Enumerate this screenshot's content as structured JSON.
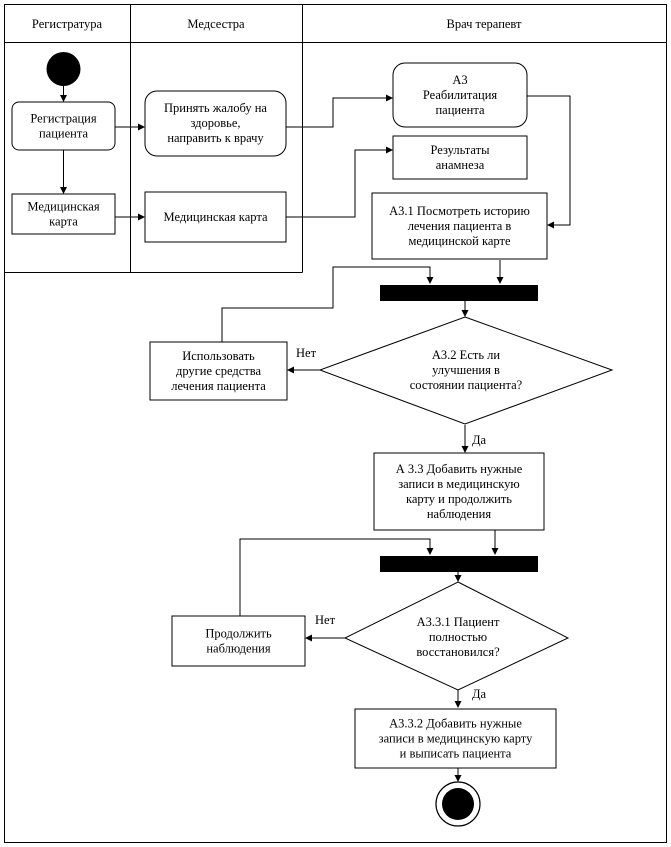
{
  "lanes": {
    "registry": "Регистратура",
    "nurse": "Медсестра",
    "doctor": "Врач терапевт"
  },
  "nodes": {
    "register_patient": [
      "Регистрация",
      "пациента"
    ],
    "medical_card_registry": [
      "Медицинская",
      "карта"
    ],
    "accept_complaint": [
      "Принять жалобу на",
      "здоровье,",
      "направить к врачу"
    ],
    "medical_card_nurse": [
      "Медицинская карта"
    ],
    "a3_rehab": [
      "А3",
      "Реабилитация",
      "пациента"
    ],
    "anamnesis_results": [
      "Результаты",
      "анамнеза"
    ],
    "a31_view_history": [
      "А3.1 Посмотреть историю",
      "лечения пациента в",
      "медицинской карте"
    ],
    "a32_decision": [
      "А3.2 Есть ли",
      "улучшения в",
      "состоянии пациента?"
    ],
    "use_other_means": [
      "Использовать",
      "другие средства",
      "лечения пациента"
    ],
    "a33_add_records": [
      "А 3.3 Добавить нужные",
      "записи в медицинскую",
      "карту и продолжить",
      "наблюдения"
    ],
    "a331_decision": [
      "А3.3.1 Пациент",
      "полностью",
      "восстановился?"
    ],
    "continue_observation": [
      "Продолжить",
      "наблюдения"
    ],
    "a332_discharge": [
      "А3.3.2 Добавить нужные",
      "записи в медицинскую карту",
      "и выписать пациента"
    ]
  },
  "edge_labels": {
    "no_1": "Нет",
    "yes_1": "Да",
    "no_2": "Нет",
    "yes_2": "Да"
  }
}
